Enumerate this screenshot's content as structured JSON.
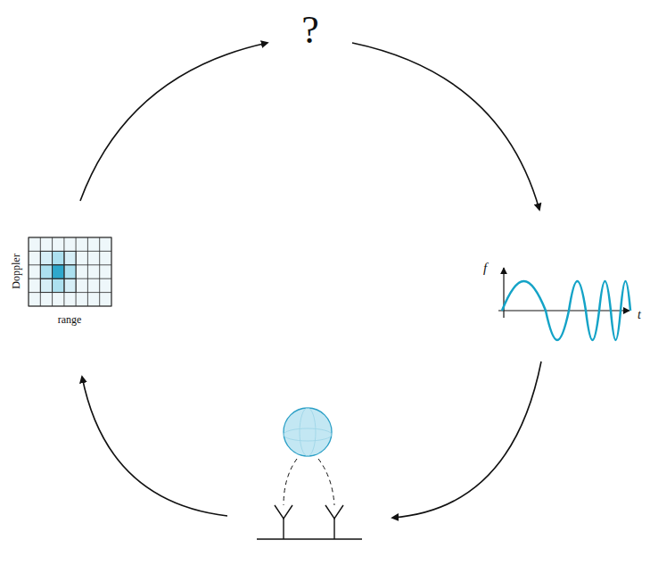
{
  "diagram": {
    "labels": [
      "?",
      "f",
      "t",
      "Doppler",
      "range"
    ]
  }
}
